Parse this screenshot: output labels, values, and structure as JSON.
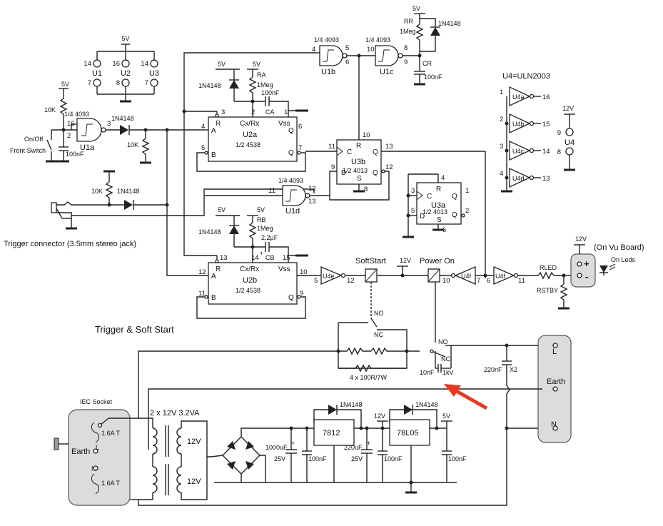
{
  "labels": {
    "u1": "U1",
    "u2": "U2",
    "u3": "U3",
    "pin14": "14",
    "pin16": "16",
    "pin7": "7",
    "pin8": "8",
    "v5": "5V",
    "v12": "12V",
    "r10k": "10K",
    "r10k2": "10K",
    "r10k3": "10K",
    "gate4093": "1/4 4093",
    "gate4093b": "1/4 4093",
    "gate4093c": "1/4 4093",
    "gate4093d": "1/4 4093",
    "d1n4148": "1N4148",
    "u1a": "U1a",
    "u1b": "U1b",
    "u1c": "U1c",
    "u1d": "U1d",
    "c100nf": "100nF",
    "onoff": "On/Off",
    "frontswitch": "Front Switch",
    "trigger_connector": "Trigger connector (3.5mm stereo jack)",
    "ra": "RA",
    "rb": "RB",
    "rr": "RR",
    "meg": "1Meg",
    "ca": "CA",
    "cb": "CB",
    "cr": "CR",
    "c22uf": "2.2µF",
    "r": "R",
    "cxrx": "Cx/Rx",
    "vss": "Vss",
    "a": "A",
    "b": "B",
    "q": "Q",
    "u2a": "U2a",
    "u2b": "U2b",
    "half4538": "1/2 4538",
    "u3a": "U3a",
    "u3b": "U3b",
    "half4013": "1/2 4013",
    "c": "C",
    "d": "D",
    "s": "S",
    "u4": "U4=ULN2003",
    "u4a": "U4a",
    "u4b": "U4b",
    "u4c": "U4c",
    "u4d": "U4d",
    "u4e": "U4e",
    "u4f": "U4f",
    "u4label": "U4",
    "softstart": "SoftStart",
    "poweron": "Power On",
    "no": "NO",
    "nc": "NC",
    "rled": "RLED",
    "rstby": "RSTBY",
    "onvu": "(On Vu Board)",
    "onleds": "On Leds",
    "plus": "+",
    "minus": "-",
    "section_title": "Trigger & Soft Start",
    "res4x": "4 x 100R/7W",
    "c10nf": "10nF",
    "kv1": "1kV",
    "c220nf": "220nF",
    "x2": "X2",
    "l": "L",
    "earth": "Earth",
    "n": "N",
    "iec": "IEC Socket",
    "fuse": "1.6A T",
    "transformer": "2 x 12V 3.2VA",
    "reg7812": "7812",
    "reg78l05": "78L05",
    "c1000uf": "1000uF",
    "v25": "25V",
    "c220uf": "220uF"
  },
  "colors": {
    "arrow": "#e8391f",
    "panel": "#dcdcdc",
    "wire": "#222222"
  }
}
